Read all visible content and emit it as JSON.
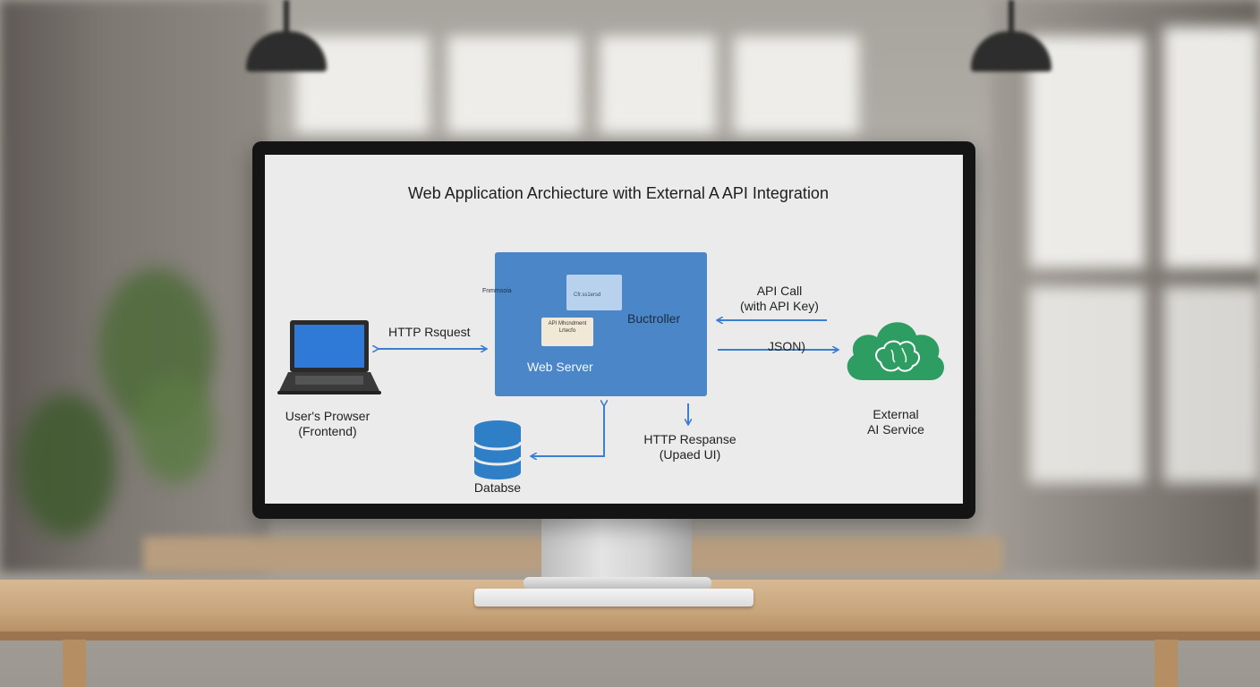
{
  "diagram": {
    "title": "Web Application Archiecture with External A API Integration",
    "nodes": {
      "browser": {
        "line1": "User's Prowser",
        "line2": "(Frontend)",
        "icon": "laptop-icon"
      },
      "server": {
        "label": "Web Server",
        "side_label": "Buctroller",
        "inner_box_1_text": "Cfr.ss1ersd",
        "inner_box_2_text": "API Mhcndment Lrtecfo",
        "inner_label": "Fnmmsoia",
        "color": "#4a86c8"
      },
      "database": {
        "label": "Databse",
        "icon": "database-icon",
        "color": "#2f7fc6"
      },
      "ai_service": {
        "line1": "External",
        "line2": "AI Service",
        "icon": "cloud-brain-icon",
        "color": "#2e9d62"
      }
    },
    "edges": {
      "http_request": "HTTP Rsquest",
      "http_response_line1": "HTTP Respanse",
      "http_response_line2": "(Upaed UI)",
      "api_call_line1": "API Call",
      "api_call_line2": "(with API Key)",
      "json": "JSON)"
    },
    "arrow_color": "#3b7fd0"
  }
}
